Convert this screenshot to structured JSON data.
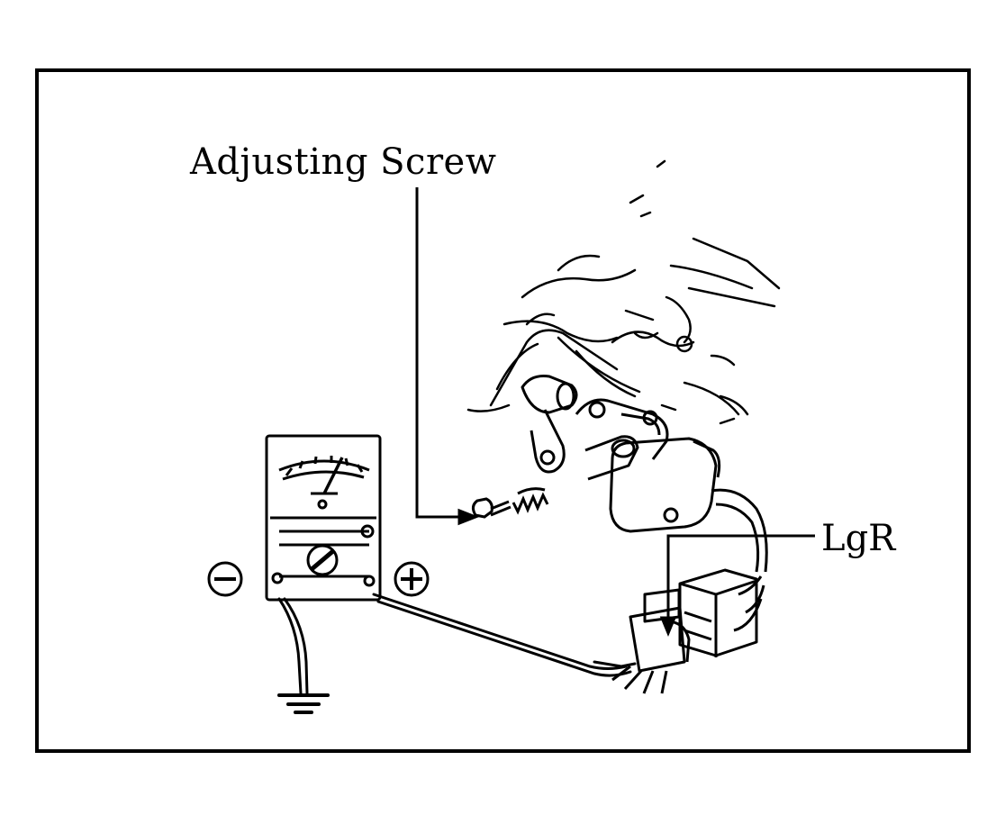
{
  "labels": {
    "adjusting_screw": "Adjusting Screw",
    "lgr": "LgR"
  },
  "symbols": {
    "negative": "minus-in-circle",
    "positive": "plus-in-circle",
    "ground": "ground-symbol"
  },
  "colors": {
    "ink": "#000000",
    "paper": "#ffffff"
  }
}
